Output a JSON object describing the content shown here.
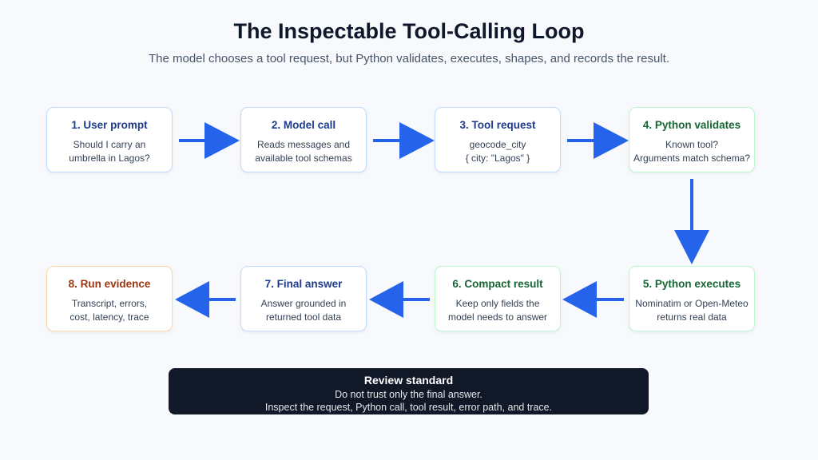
{
  "title": "The Inspectable Tool-Calling Loop",
  "subtitle": "The model chooses a tool request, but Python validates, executes, shapes, and records the result.",
  "steps": [
    {
      "title": "1. User prompt",
      "body": "Should I carry an\numbrella in Lagos?"
    },
    {
      "title": "2. Model call",
      "body": "Reads messages and\navailable tool schemas"
    },
    {
      "title": "3. Tool request",
      "body": "geocode_city\n{ city: \"Lagos\" }"
    },
    {
      "title": "4. Python validates",
      "body": "Known tool?\nArguments match schema?"
    },
    {
      "title": "5. Python executes",
      "body": "Nominatim or Open-Meteo\nreturns real data"
    },
    {
      "title": "6. Compact result",
      "body": "Keep only fields the\nmodel needs to answer"
    },
    {
      "title": "7. Final answer",
      "body": "Answer grounded in\nreturned tool data"
    },
    {
      "title": "8. Run evidence",
      "body": "Transcript, errors,\ncost, latency, trace"
    }
  ],
  "review": {
    "title": "Review standard",
    "body": "Do not trust only the final answer.\nInspect the request, Python call, tool result, error path, and trace."
  },
  "colors": {
    "arrow": "#2563eb",
    "blue_border": "#bfdbfe",
    "green_border": "#bbf7d0",
    "orange_border": "#fed7aa",
    "review_bg": "#111827"
  }
}
